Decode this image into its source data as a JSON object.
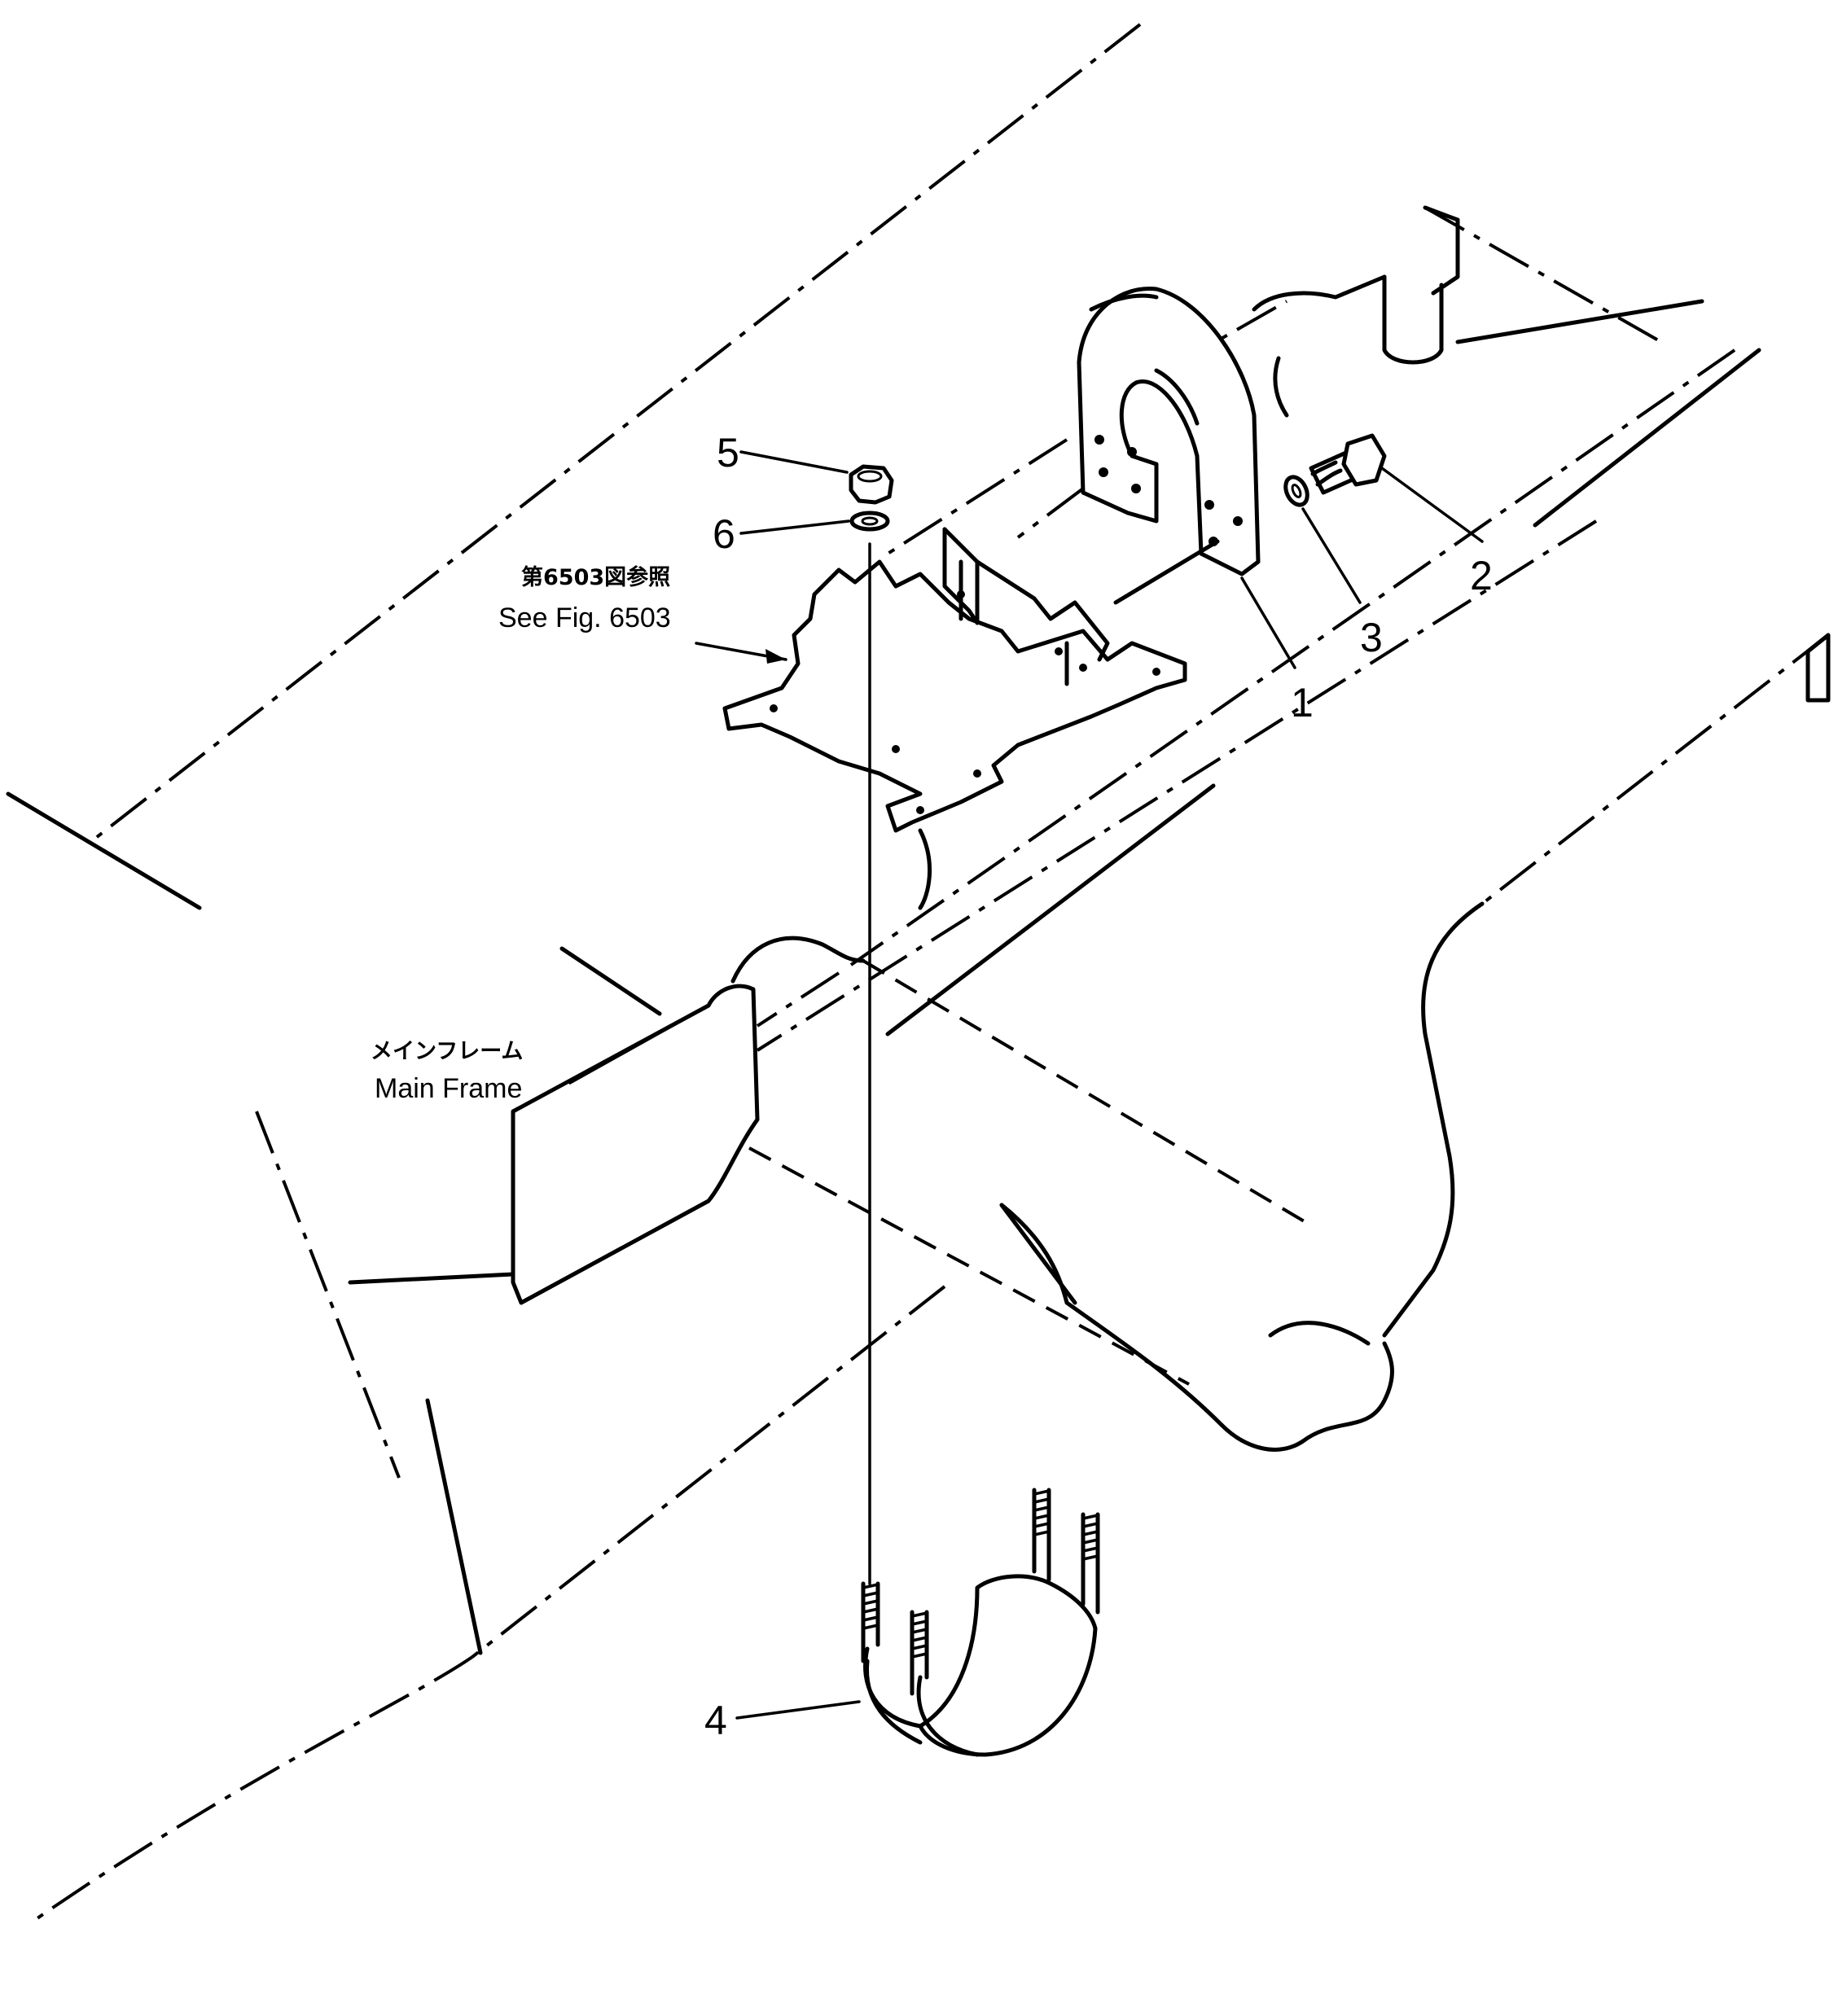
{
  "callouts": {
    "c1": "1",
    "c2": "2",
    "c3": "3",
    "c4": "4",
    "c5": "5",
    "c6": "6"
  },
  "labels": {
    "see_fig_jp": "第6503図参照",
    "see_fig": "See Fig. 6503",
    "main_frame_jp": "メインフレーム",
    "main_frame": "Main Frame"
  }
}
